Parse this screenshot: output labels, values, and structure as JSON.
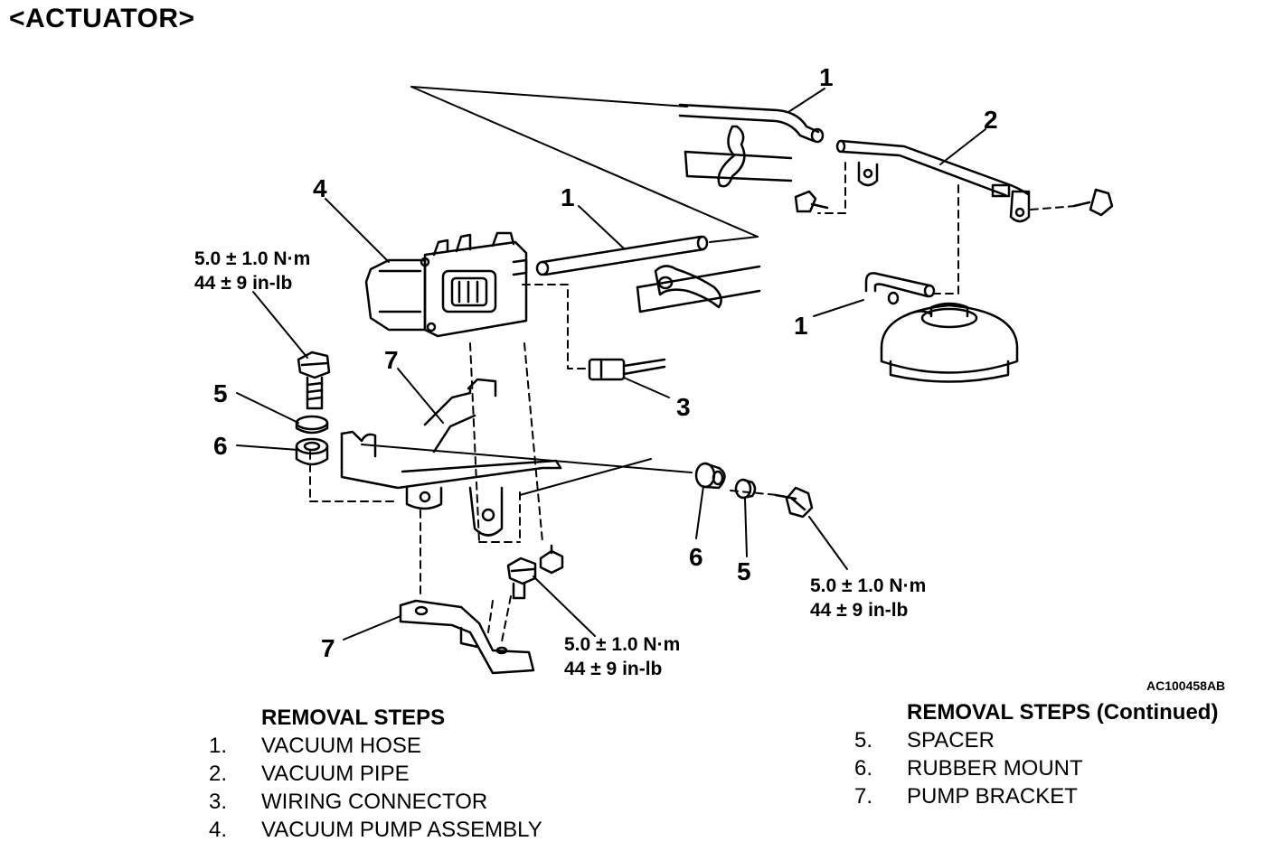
{
  "title": "<ACTUATOR>",
  "figure_id": "AC100458AB",
  "callouts": {
    "c1_top": "1",
    "c1_mid": "1",
    "c1_right": "1",
    "c2": "2",
    "c3": "3",
    "c4": "4",
    "c5_left": "5",
    "c5_right": "5",
    "c6_left": "6",
    "c6_right": "6",
    "c7_upper": "7",
    "c7_lower": "7"
  },
  "torque_specs": {
    "upper_left": {
      "nm": "5.0 ± 1.0 N·m",
      "inlb": "44 ± 9 in-lb"
    },
    "right": {
      "nm": "5.0 ± 1.0 N·m",
      "inlb": "44 ± 9 in-lb"
    },
    "bottom": {
      "nm": "5.0 ± 1.0 N·m",
      "inlb": "44 ± 9 in-lb"
    }
  },
  "removal_steps": {
    "heading": "REMOVAL STEPS",
    "items": [
      {
        "num": "1.",
        "label": "VACUUM HOSE"
      },
      {
        "num": "2.",
        "label": "VACUUM PIPE"
      },
      {
        "num": "3.",
        "label": "WIRING CONNECTOR"
      },
      {
        "num": "4.",
        "label": "VACUUM PUMP ASSEMBLY"
      }
    ]
  },
  "removal_steps_continued": {
    "heading": "REMOVAL STEPS (Continued)",
    "items": [
      {
        "num": "5.",
        "label": "SPACER"
      },
      {
        "num": "6.",
        "label": "RUBBER MOUNT"
      },
      {
        "num": "7.",
        "label": "PUMP BRACKET"
      }
    ]
  }
}
